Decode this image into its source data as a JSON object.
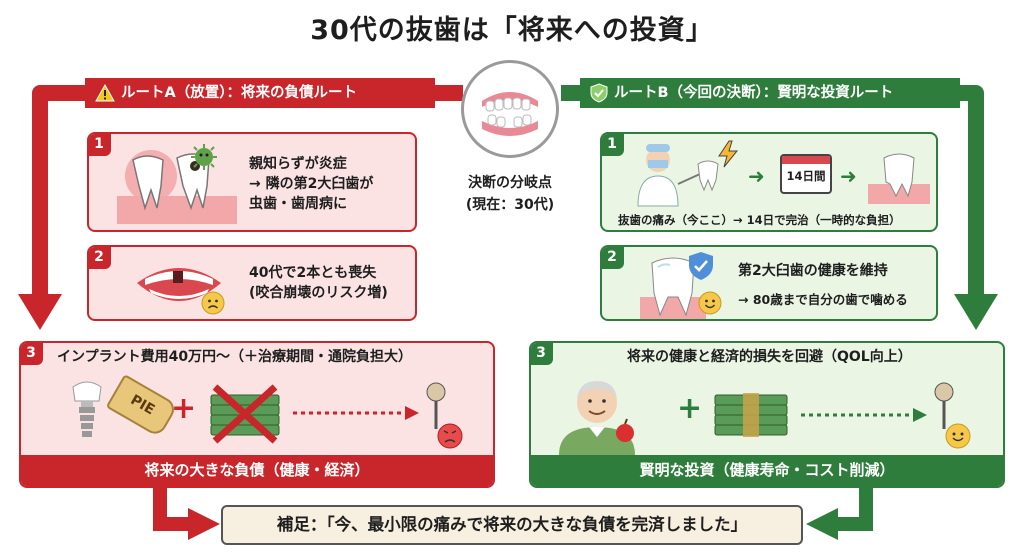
{
  "title": "30代の抜歯は「将来への投資」",
  "colors": {
    "red": "#c8262b",
    "green": "#2f7d3c",
    "red_bg": "#fbe3e4",
    "green_bg": "#eaf5e4",
    "note_bg": "#f7efdf"
  },
  "center": {
    "icon": "dentures-icon",
    "label": "決断の分岐点",
    "sublabel": "(現在：30代)"
  },
  "route_a": {
    "label": "ルートA（放置）：将来の負債ルート",
    "icon": "warning-icon",
    "steps": [
      {
        "num": "1",
        "text": [
          "親知らずが炎症",
          "→ 隣の第2大臼歯が",
          "虫歯・歯周病に"
        ],
        "icons": [
          "inflamed-tooth-icon",
          "germ-icon"
        ]
      },
      {
        "num": "2",
        "text": [
          "40代で2本とも喪失",
          "(咬合崩壊のリスク増)"
        ],
        "icons": [
          "missing-teeth-mouth-icon",
          "sad-face-icon"
        ]
      },
      {
        "num": "3",
        "heading": "インプラント費用40万円〜（＋治療期間・通院負担大）",
        "price_tag": "PIE",
        "icons": [
          "implant-icon",
          "crossed-money-icon",
          "dotted-arrow-icon",
          "tooth-lollipop-icon",
          "angry-face-icon"
        ],
        "plus": "+",
        "footer": "将来の大きな負債（健康・経済）"
      }
    ]
  },
  "route_b": {
    "label": "ルートB（今回の決断）：賢明な投資ルート",
    "icon": "shield-check-icon",
    "steps": [
      {
        "num": "1",
        "badge": "14日間",
        "caption": "抜歯の痛み（今ここ）→ 14日で完治（一時的な負担）",
        "icons": [
          "dentist-icon",
          "lightning-icon",
          "calendar-icon",
          "healthy-gum-tooth-icon"
        ]
      },
      {
        "num": "2",
        "text": [
          "第2大臼歯の健康を維持",
          "→ 80歳まで自分の歯で噛める"
        ],
        "icons": [
          "shiny-tooth-icon",
          "smile-face-icon"
        ]
      },
      {
        "num": "3",
        "heading": "将来の健康と経済的損失を回避（QOL向上）",
        "icons": [
          "elderly-man-icon",
          "money-stack-icon",
          "dotted-arrow-icon",
          "tooth-lollipop-icon",
          "smile-face-icon"
        ],
        "plus": "+",
        "footer": "賢明な投資（健康寿命・コスト削減）"
      }
    ]
  },
  "note": "補足：「今、最小限の痛みで将来の大きな負債を完済しました」"
}
